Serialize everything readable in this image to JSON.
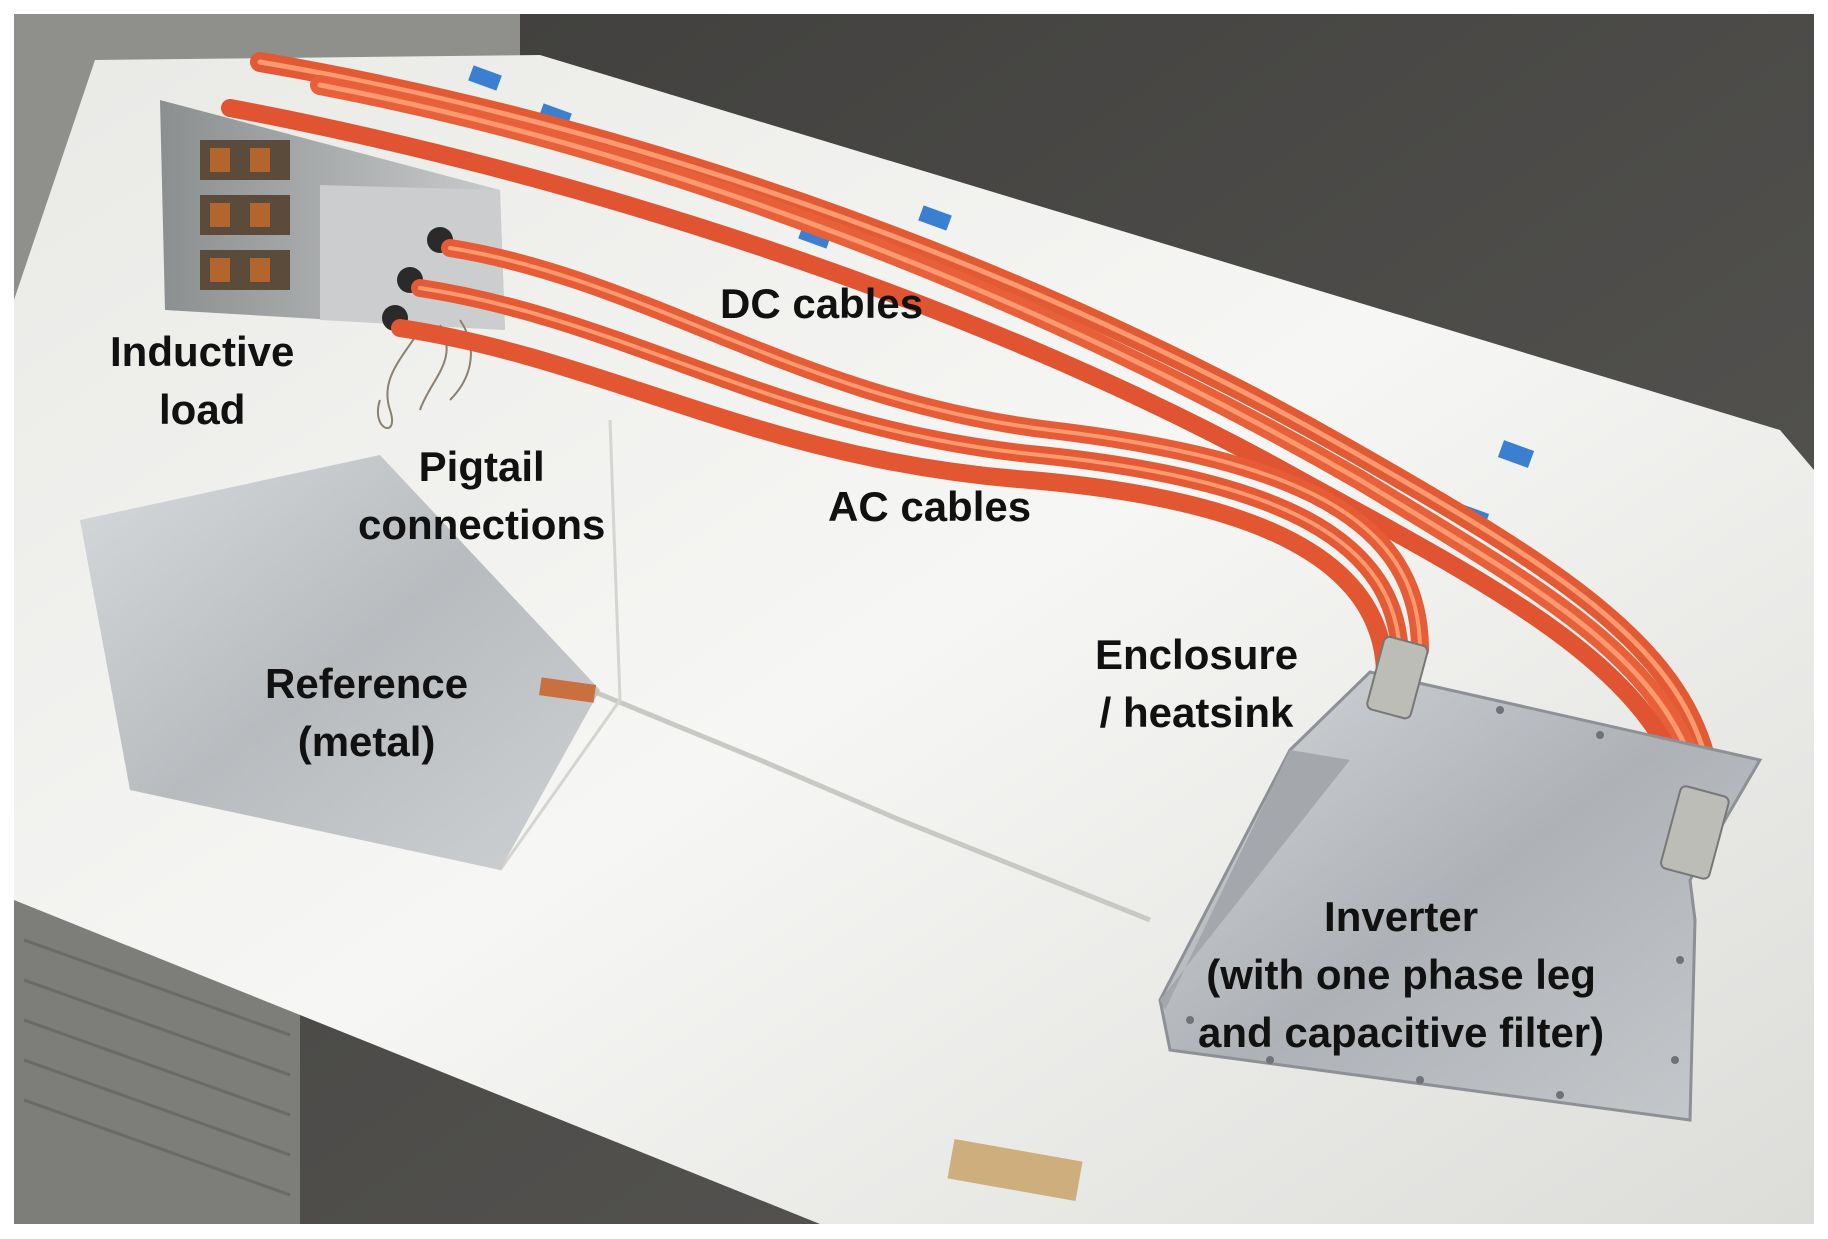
{
  "labels": {
    "dc_cables": "DC cables",
    "inductive_load": [
      "Inductive",
      "load"
    ],
    "pigtail_connections": [
      "Pigtail",
      "connections"
    ],
    "ac_cables": "AC cables",
    "enclosure_heatsink": [
      "Enclosure",
      "/ heatsink"
    ],
    "reference_metal": [
      "Reference",
      "(metal)"
    ],
    "inverter": [
      "Inverter",
      "(with  one phase leg",
      "and capacitive filter)"
    ]
  },
  "colors": {
    "cable": "#f0643c",
    "cable_highlight": "#ff9a70",
    "tape": "#3a7fd0",
    "floor": "#4a4947",
    "board": "#f1f1ef",
    "metal": "#b7bbbf",
    "label_text": "#111111"
  }
}
